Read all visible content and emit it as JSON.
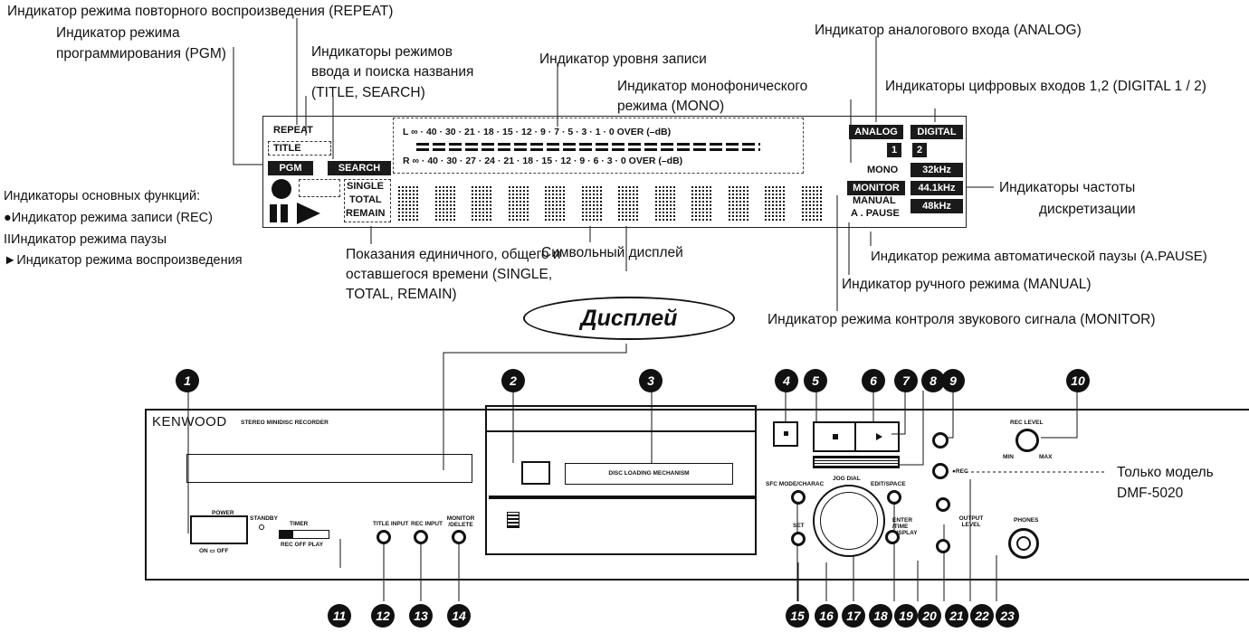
{
  "callouts": {
    "repeat_mode": "Индикатор режима повторного воспроизведения (REPEAT)",
    "pgm_line1": "Индикатор режима",
    "pgm_line2": "программирования (PGM)",
    "input_search_line1": "Индикаторы режимов",
    "input_search_line2": "ввода и поиска названия",
    "input_search_line3": "(TITLE, SEARCH)",
    "rec_level": "Индикатор уровня записи",
    "mono_line1": "Индикатор монофонического",
    "mono_line2": "режима (MONO)",
    "analog": "Индикатор аналогового входа (ANALOG)",
    "digital": "Индикаторы цифровых входов 1,2 (DIGITAL 1 / 2)",
    "main_functions": "Индикаторы основных функций:",
    "rec_fn": "●Индикатор режима записи (REC)",
    "pause_fn": "IIИндикатор режима паузы",
    "play_fn": "►Индикатор режима воспроизведения",
    "time_line1": "Показания единичного, общего и",
    "time_line2": "оставшегося времени (SINGLE,",
    "time_line3": "TOTAL, REMAIN)",
    "char_display": "Символьный дисплей",
    "sampling_line1": "Индикаторы частоты",
    "sampling_line2": "дискретизации",
    "apause": "Индикатор режима автоматической паузы (A.PAUSE)",
    "manual": "Индикатор ручного режима (MANUAL)",
    "monitor": "Индикатор режима контроля звукового сигнала (MONITOR)",
    "display_title": "Дисплей",
    "only_model_line1": "Только модель",
    "only_model_line2": "DMF-5020"
  },
  "display_panel": {
    "repeat": "REPEAT",
    "title": "TITLE",
    "pgm": "PGM",
    "search": "SEARCH",
    "single": "SINGLE",
    "total": "TOTAL",
    "remain": "REMAIN",
    "meter_l": "L ∞ · 40 · 30 · 21 · 18 · 15 · 12 · 9 · 7 · 5 · 3 · 1 · 0  OVER (–dB)",
    "meter_r": "R ∞ · 40 · 30 · 27 · 24 · 21 · 18 · 15 · 12 · 9 · 6 · 3 · 0  OVER (–dB)",
    "analog": "ANALOG",
    "digital": "DIGITAL",
    "d1": "1",
    "d2": "2",
    "mono": "MONO",
    "monitor": "MONITOR",
    "manual": "MANUAL",
    "apause": "A . PAUSE",
    "f32": "32kHz",
    "f44": "44.1kHz",
    "f48": "48kHz"
  },
  "device": {
    "brand": "KENWOOD",
    "model_text": "STEREO MINIDISC RECORDER",
    "disc_mech": "DISC LOADING MECHANISM",
    "power": "POWER",
    "standby": "STANDBY",
    "on_off": "ON  ▭ OFF",
    "timer": "TIMER",
    "timer_modes": "REC OFF PLAY",
    "title_input": "TITLE INPUT",
    "rec_input": "REC INPUT",
    "monitor_delete": "MONITOR /DELETE",
    "rec_level": "REC LEVEL",
    "min": "MIN",
    "max": "MAX",
    "sfc_mode": "SFC MODE/CHARAC",
    "jog_dial": "JOG DIAL",
    "edit_space": "EDIT/SPACE",
    "set": "SET",
    "enter": "ENTER /TIME DISPLAY",
    "output_level": "OUTPUT LEVEL",
    "phones": "PHONES",
    "rec_label": "●REC"
  },
  "numbers": [
    "1",
    "2",
    "3",
    "4",
    "5",
    "6",
    "7",
    "8",
    "9",
    "10",
    "11",
    "12",
    "13",
    "14",
    "15",
    "16",
    "17",
    "18",
    "19",
    "20",
    "21",
    "22",
    "23"
  ]
}
